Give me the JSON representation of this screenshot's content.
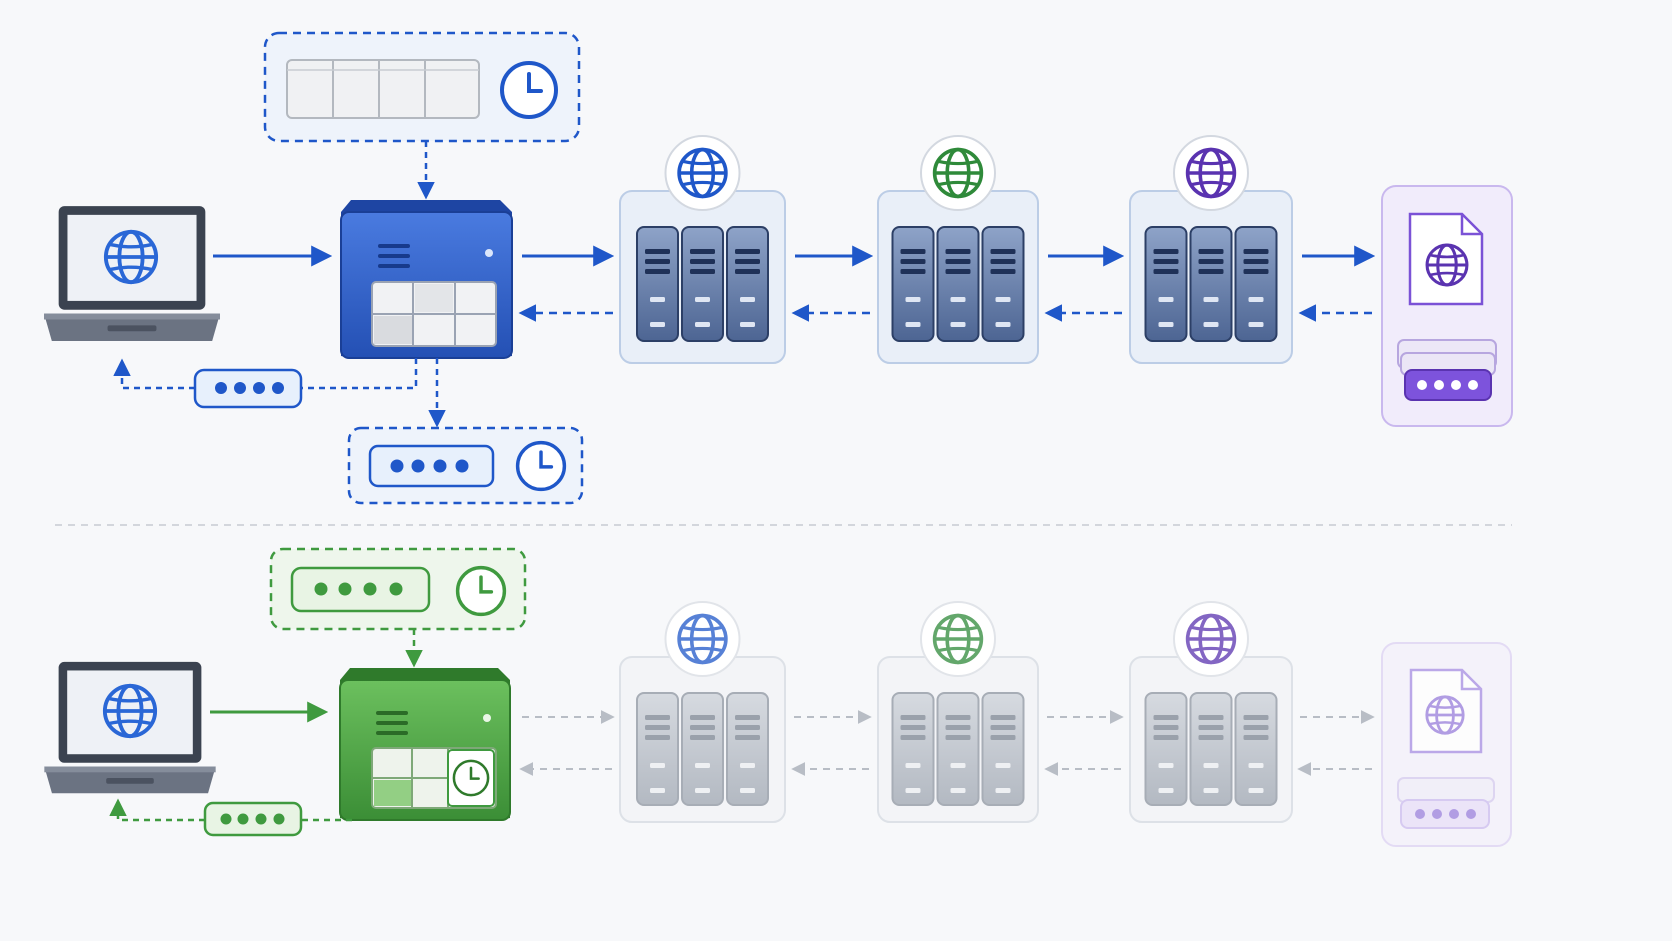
{
  "diagram": {
    "rows": [
      {
        "id": "cache-miss",
        "accent": "#1f57c9",
        "state": "active",
        "client": {
          "icon": "globe-icon",
          "device": "laptop-icon"
        },
        "resolver": {
          "icon": "server-cache-icon",
          "color": "#2f5fc4"
        },
        "cache_store": {
          "icons": [
            "cache-table-icon",
            "clock-icon"
          ]
        },
        "cache_write": {
          "icons": [
            "password-dots-icon",
            "clock-icon"
          ]
        },
        "response_token": {
          "icon": "password-dots-icon"
        },
        "name_servers": [
          {
            "globe_color": "#1f57c9",
            "icon": "server-rack-icon"
          },
          {
            "globe_color": "#2f8a3a",
            "icon": "server-rack-icon"
          },
          {
            "globe_color": "#5a33b0",
            "icon": "server-rack-icon"
          }
        ],
        "authoritative": {
          "icon": "dns-record-file-icon",
          "record": "password-dots-icon",
          "color": "#7b52d6"
        }
      },
      {
        "id": "cache-hit",
        "accent": "#3f9a3f",
        "state": "cached",
        "client": {
          "icon": "globe-icon",
          "device": "laptop-icon"
        },
        "resolver": {
          "icon": "server-cache-icon",
          "color": "#4ea64a"
        },
        "cache_lookup": {
          "icons": [
            "password-dots-icon",
            "clock-icon"
          ]
        },
        "response_token": {
          "icon": "password-dots-icon"
        },
        "name_servers": [
          {
            "globe_color": "#1f57c9",
            "icon": "server-rack-icon",
            "faded": true
          },
          {
            "globe_color": "#2f8a3a",
            "icon": "server-rack-icon",
            "faded": true
          },
          {
            "globe_color": "#5a33b0",
            "icon": "server-rack-icon",
            "faded": true
          }
        ],
        "authoritative": {
          "icon": "dns-record-file-icon",
          "record": "password-dots-icon",
          "color": "#7b52d6",
          "faded": true
        }
      }
    ],
    "divider": "dashed-separator"
  }
}
